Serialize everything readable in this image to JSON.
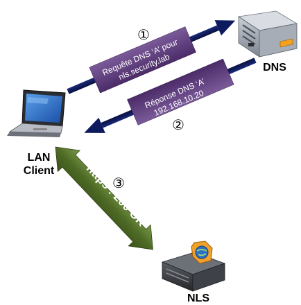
{
  "nodes": {
    "lan_client": {
      "label_line1": "LAN",
      "label_line2": "Client",
      "icon": "laptop-icon"
    },
    "dns": {
      "label": "DNS",
      "icon": "server-icon"
    },
    "nls": {
      "label": "NLS",
      "icon": "nls-server-icon"
    }
  },
  "arrows": {
    "request": {
      "line1": "Requête DNS ‘A’ pour",
      "line2": "nls.security.lab",
      "step": "①"
    },
    "response": {
      "line1": "Réponse DNS ‘A’",
      "line2": "192.168.10.20",
      "step": "②"
    },
    "https": {
      "label": "https : 200 OK",
      "step": "③"
    }
  },
  "colors": {
    "dns_arrow": "#0d1a5e",
    "dns_label_box": "#5b3a7a",
    "https_arrow": "#4e6b25"
  }
}
